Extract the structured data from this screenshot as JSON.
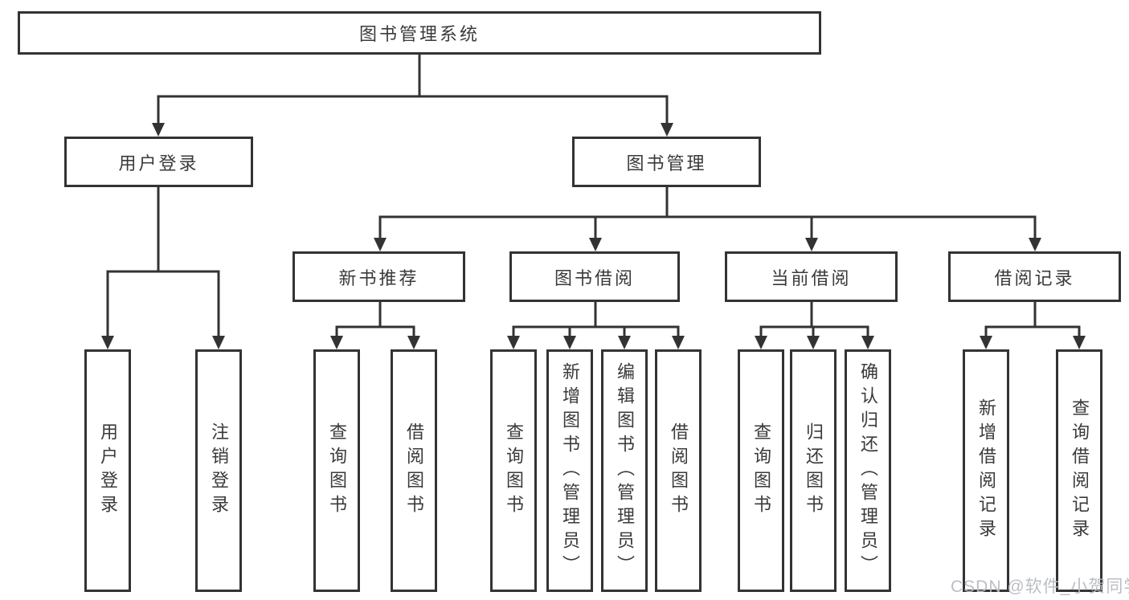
{
  "diagram": {
    "type": "hierarchy-tree",
    "nodes": {
      "root": {
        "label": "图书管理系统"
      },
      "user_login": {
        "label": "用户登录"
      },
      "book_management": {
        "label": "图书管理"
      },
      "new_book_recommend": {
        "label": "新书推荐"
      },
      "book_borrow": {
        "label": "图书借阅"
      },
      "current_borrow": {
        "label": "当前借阅"
      },
      "borrow_record": {
        "label": "借阅记录"
      }
    },
    "leaves": {
      "user_login": [
        "用户登录",
        "注销登录"
      ],
      "new_book_recommend": [
        "查询图书",
        "借阅图书"
      ],
      "book_borrow": [
        "查询图书",
        "新增图书（管理员）",
        "编辑图书（管理员）",
        "借阅图书"
      ],
      "current_borrow": [
        "查询图书",
        "归还图书",
        "确认归还（管理员）"
      ],
      "borrow_record": [
        "新增借阅记录",
        "查询借阅记录"
      ]
    },
    "colors": {
      "line": "#333333",
      "border": "#333333",
      "text": "#3a3a3a",
      "background": "#ffffff"
    }
  },
  "watermark": {
    "text": "CSDN @软件_小贺同学"
  }
}
